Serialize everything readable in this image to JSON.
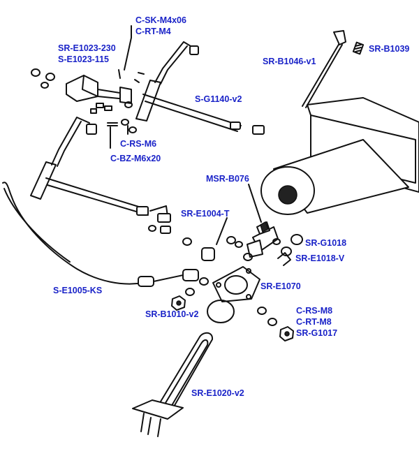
{
  "labels": {
    "sk_m4": "C-SK-M4x06",
    "rt_m4": "C-RT-M4",
    "e1023_230": "SR-E1023-230",
    "e1023_115": "S-E1023-115",
    "b1046": "SR-B1046-v1",
    "b1039": "SR-B1039",
    "g1140": "S-G1140-v2",
    "rs_m6": "C-RS-M6",
    "bz_m6": "C-BZ-M6x20",
    "msr_b076": "MSR-B076",
    "e1004": "SR-E1004-T",
    "g1018": "SR-G1018",
    "e1018": "SR-E1018-V",
    "e1005": "S-E1005-KS",
    "e1070": "SR-E1070",
    "rs_m8": "C-RS-M8",
    "rt_m8": "C-RT-M8",
    "g1017": "SR-G1017",
    "b1010": "SR-B1010-v2",
    "e1020": "SR-E1020-v2"
  },
  "colors": {
    "label": "#1a23c8",
    "ink": "#111111"
  }
}
